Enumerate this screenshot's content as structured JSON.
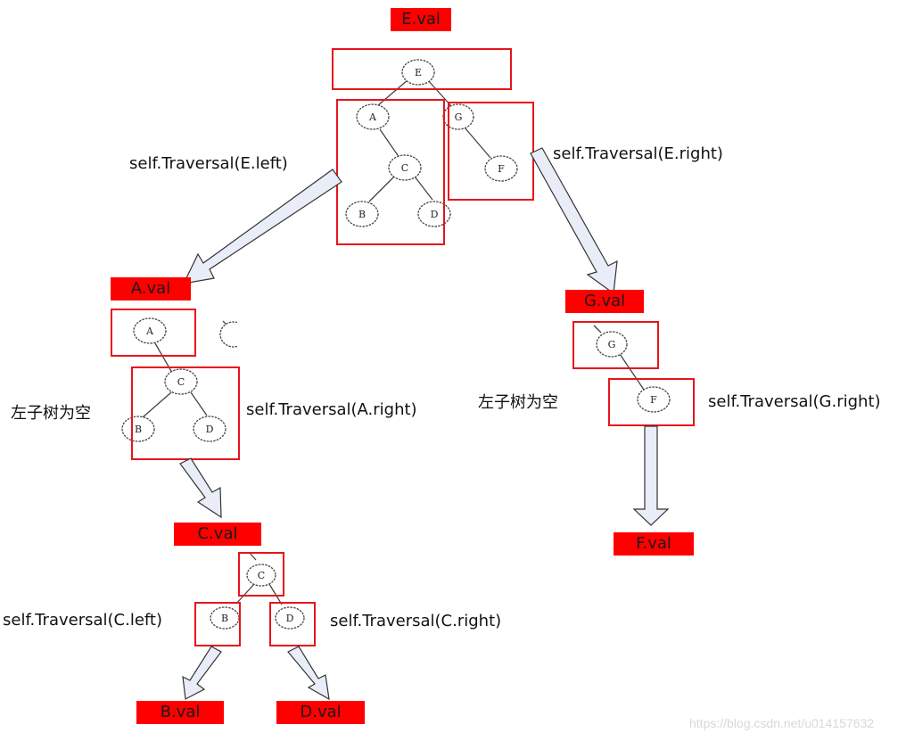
{
  "title": "Binary tree recursive traversal diagram",
  "colors": {
    "label_bg": "#ff0000",
    "box_stroke": "#e8141c",
    "arrow_fill": "#e8edf7",
    "arrow_stroke": "#333333"
  },
  "value_labels": {
    "E": "E.val",
    "A": "A.val",
    "G": "G.val",
    "C": "C.val",
    "F": "F.val",
    "B": "B.val",
    "D": "D.val"
  },
  "calls": {
    "e_left": "self.Traversal(E.left)",
    "e_right": "self.Traversal(E.right)",
    "a_right": "self.Traversal(A.right)",
    "g_right": "self.Traversal(G.right)",
    "c_left": "self.Traversal(C.left)",
    "c_right": "self.Traversal(C.right)"
  },
  "notes": {
    "a_left_empty": "左子树为空",
    "g_left_empty": "左子树为空"
  },
  "nodes": {
    "E": "E",
    "A": "A",
    "G": "G",
    "C": "C",
    "B": "B",
    "D": "D",
    "F": "F"
  },
  "watermark": "https://blog.csdn.net/u014157632"
}
